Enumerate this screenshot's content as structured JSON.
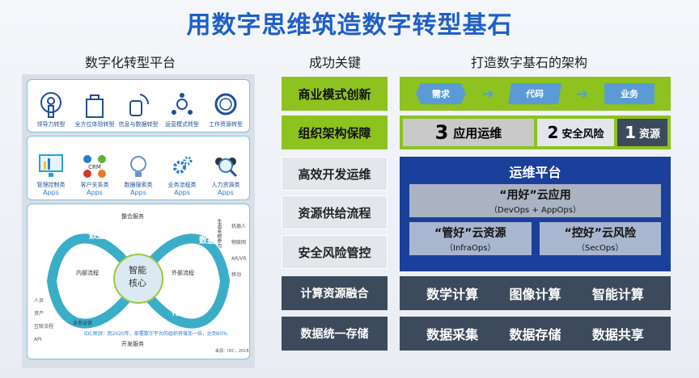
{
  "title": "用数字思维筑造数字转型基石",
  "headers": {
    "left": "数字化转型平台",
    "middle": "成功关键",
    "right": "打造数字基石的架构"
  },
  "left_panel": {
    "transform": [
      "领导力转型",
      "全方位体验转型",
      "信息与数据转型",
      "运营模式转型",
      "工作资源转型"
    ],
    "apps": [
      "管理控制类",
      "客户关系类",
      "数据搜索类",
      "业务流程类",
      "人力资源类"
    ],
    "apps_suffix": "Apps",
    "crm": "CRM",
    "diagram": {
      "top": "整合服务",
      "bottom": "开发服务",
      "core": [
        "智能",
        "核心"
      ],
      "inner": "内部流程",
      "outer": "外部流程",
      "data1": "数据",
      "data2": "数据",
      "insight": "洞察",
      "action": "行动",
      "left_items": [
        "人员",
        "资产",
        "互联流程",
        "API"
      ],
      "right_items": [
        "机器人",
        "物联网",
        "AR/VR",
        "移动"
      ],
      "left_arc": "业务运营",
      "right_arc": "生态系统参与",
      "note": "IDC预测：到2020年，部署数字平台的组织将增加一倍，达到60%",
      "source": "来源：IDC，2018"
    }
  },
  "keys": [
    "商业模式创新",
    "组织架构保障",
    "高效开发运维",
    "资源供给流程",
    "安全风险管控",
    "计算资源融合",
    "数据统一存储"
  ],
  "architecture": {
    "flow": [
      "需求",
      "代码",
      "业务"
    ],
    "levels": [
      {
        "num": "3",
        "label": "应用运维"
      },
      {
        "num": "2",
        "label": "安全风险"
      },
      {
        "num": "1",
        "label": "资源"
      }
    ],
    "platform": {
      "title": "运维平台",
      "app": {
        "label": "“用好”云应用",
        "sub": "（DevOps + AppOps）"
      },
      "res": {
        "label": "“管好”云资源",
        "sub": "（InfraOps）"
      },
      "risk": {
        "label": "“控好”云风险",
        "sub": "（SecOps）"
      }
    },
    "compute": [
      "数学计算",
      "图像计算",
      "智能计算"
    ],
    "data": [
      "数据采集",
      "数据存储",
      "数据共享"
    ]
  }
}
